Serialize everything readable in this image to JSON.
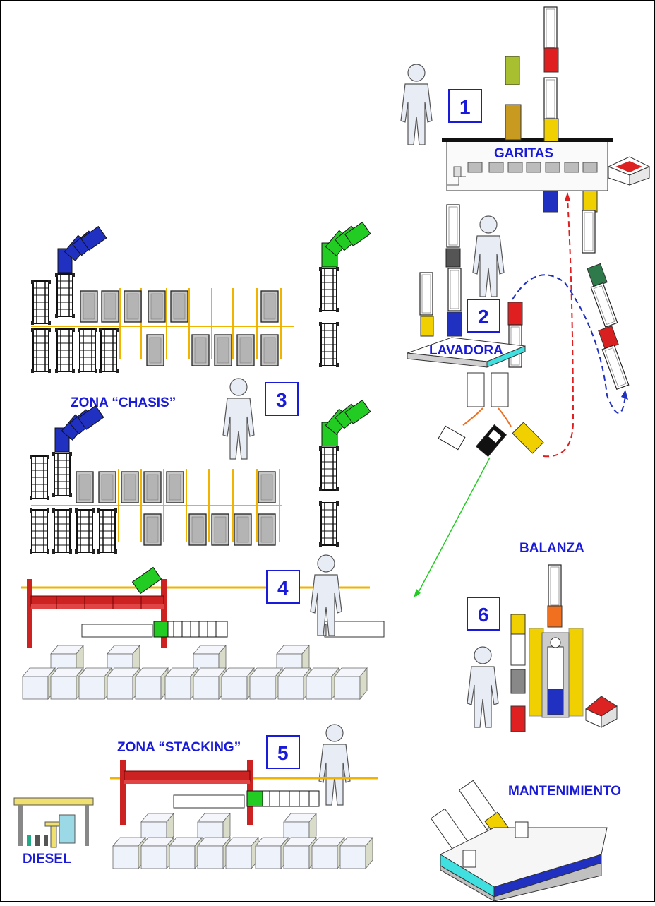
{
  "labels": {
    "garitas": "GARITAS",
    "lavadora": "LAVADORA",
    "zona_chasis": "ZONA “CHASIS”",
    "balanza": "BALANZA",
    "zona_stacking": "ZONA “STACKING”",
    "mantenimiento": "MANTENIMIENTO",
    "diesel": "DIESEL"
  },
  "steps": {
    "s1": "1",
    "s2": "2",
    "s3": "3",
    "s4": "4",
    "s5": "5",
    "s6": "6"
  },
  "colors": {
    "label_blue": "#1a1ad9",
    "border": "#000000",
    "route_red": "#e02020",
    "route_blue": "#2030c0",
    "route_green": "#22cc22",
    "route_orange": "#f07020",
    "lane_yellow": "#f0b400",
    "crane_red": "#cc2222",
    "container_face": "#eef2fb",
    "person_fill": "#e8ecf4"
  },
  "icons": [
    "person-icon",
    "truck-icon",
    "trailer-icon",
    "crane-icon",
    "container-stack-icon",
    "building-icon",
    "gas-station-icon",
    "house-icon"
  ]
}
